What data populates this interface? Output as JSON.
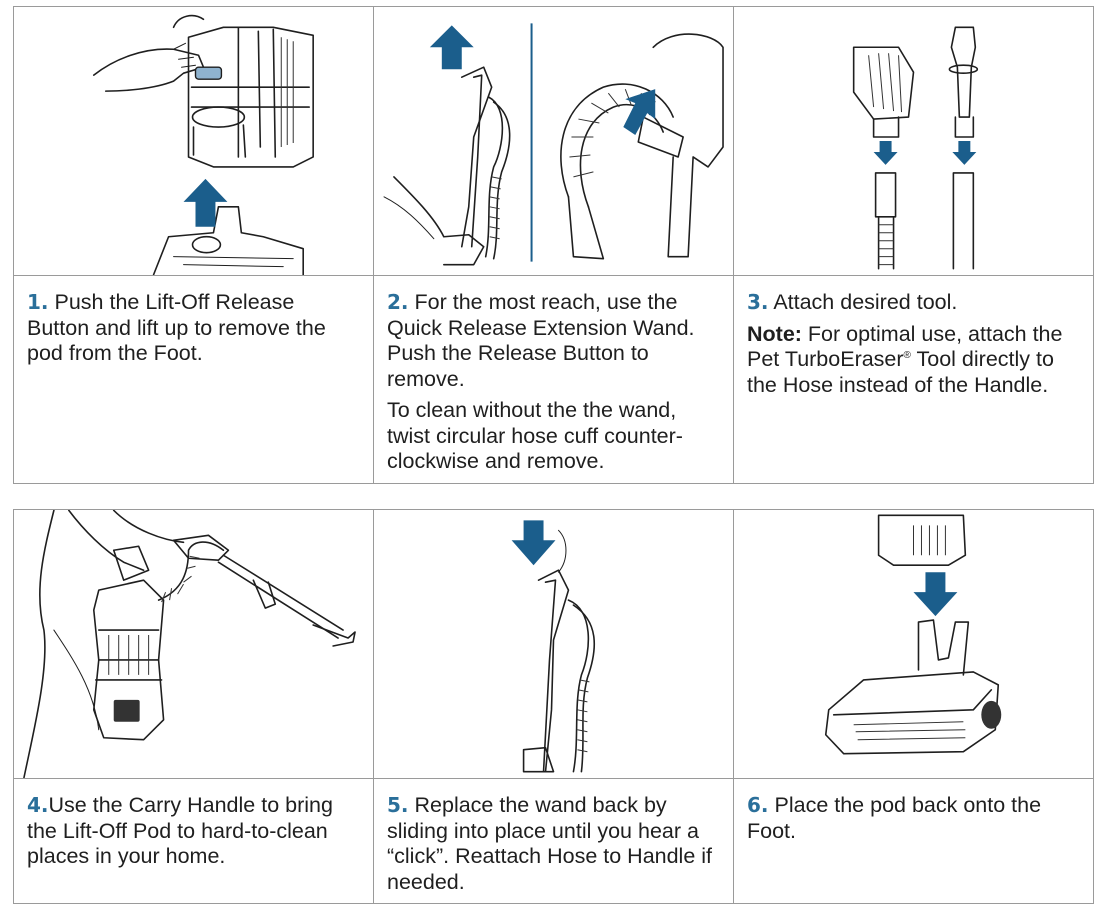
{
  "colors": {
    "accent": "#2a6f9a",
    "arrow": "#1b5e8c",
    "border": "#9a9a9a",
    "text": "#1f1f1f"
  },
  "steps": [
    {
      "num": "1.",
      "paragraphs": [
        "Push the Lift-Off Release Button and lift up to remove the pod from the Foot."
      ]
    },
    {
      "num": "2.",
      "paragraphs": [
        "For the most reach, use the Quick Release Extension Wand. Push the Release Button to remove.",
        "To clean without the the wand, twist circular hose cuff counter-clockwise and remove."
      ]
    },
    {
      "num": "3.",
      "paragraphs": [
        "Attach desired tool."
      ],
      "note_label": "Note:",
      "note_before": "For optimal use, attach the Pet TurboEraser",
      "note_mark": "®",
      "note_after": " Tool directly to the Hose instead of the Handle."
    },
    {
      "num": "4.",
      "paragraphs": [
        "Use the Carry Handle to bring the Lift-Off Pod to hard-to-clean places in your home."
      ]
    },
    {
      "num": "5.",
      "paragraphs": [
        "Replace the wand back by sliding into place until you hear a “click”. Reattach Hose to Handle if needed."
      ]
    },
    {
      "num": "6.",
      "paragraphs": [
        "Place the pod back onto the Foot."
      ]
    }
  ]
}
